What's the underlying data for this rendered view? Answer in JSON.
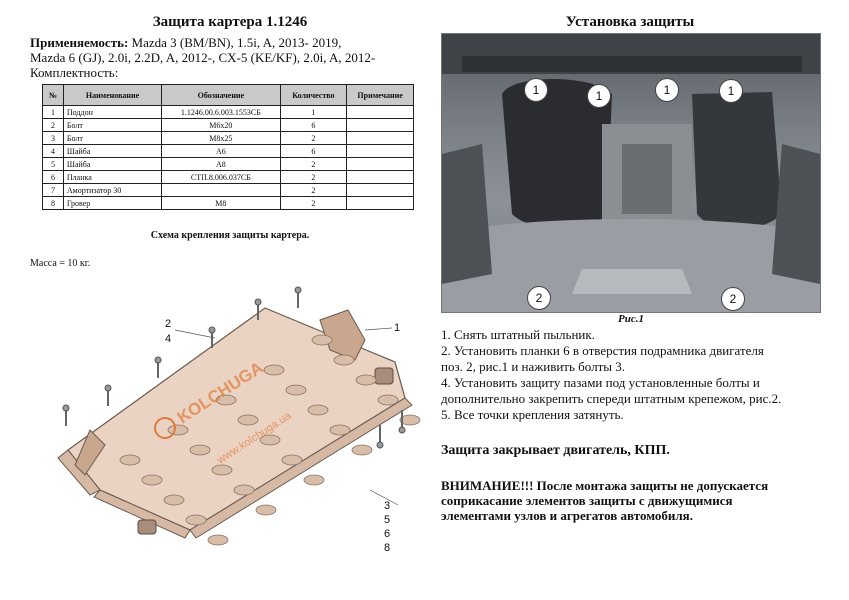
{
  "left": {
    "title": "Защита картера 1.1246",
    "applicability_label": "Применяемость:",
    "applicability_1": " Mazda 3 (BM/BN), 1.5i, A, 2013- 2019,",
    "applicability_2": "Mazda 6 (GJ), 2.0i, 2.2D, A, 2012-, CX-5 (KE/KF), 2.0i, A, 2012-",
    "kit_label": "Комплектность:",
    "table": {
      "headers": [
        "№",
        "Наименование",
        "Обозначение",
        "Количество",
        "Примечание"
      ],
      "rows": [
        [
          "1",
          "Поддон",
          "1.1246.00.6.003.1553СБ",
          "1",
          ""
        ],
        [
          "2",
          "Болт",
          "М6х20",
          "6",
          ""
        ],
        [
          "3",
          "Болт",
          "М8х25",
          "2",
          ""
        ],
        [
          "4",
          "Шайба",
          "А6",
          "6",
          ""
        ],
        [
          "5",
          "Шайба",
          "А8",
          "2",
          ""
        ],
        [
          "6",
          "Планка",
          "СТП.8.006.037СБ",
          "2",
          ""
        ],
        [
          "7",
          "Амортизатор 30",
          "",
          "2",
          ""
        ],
        [
          "8",
          "Гровер",
          "М8",
          "2",
          ""
        ]
      ]
    },
    "scheme_caption": "Схема крепления защиты  картера.",
    "mass": "Масса = 10 кг.",
    "diagram": {
      "brand": "KOLCHUGA",
      "site": "www.kolchuga.ua",
      "labels_left": [
        "2",
        "4"
      ],
      "label_right": "1",
      "labels_bottom": [
        "3",
        "5",
        "6",
        "8"
      ]
    }
  },
  "right": {
    "title": "Установка защиты",
    "photo_callouts_top": [
      "1",
      "1",
      "1",
      "1"
    ],
    "photo_callouts_bottom": [
      "2",
      "2"
    ],
    "figure_caption": "Рис.1",
    "steps": [
      "1. Снять штатный пыльник.",
      "2. Установить планки 6 в отверстия подрамника двигателя",
      "поз. 2, рис.1 и наживить болты 3.",
      "4. Установить защиту пазами под установленные болты и",
      "дополнительно закрепить спереди штатным крепежом, рис.2.",
      "5. Все точки крепления затянуть."
    ],
    "covers": "Защита закрывает двигатель, КПП.",
    "warning": [
      "ВНИМАНИЕ!!! После монтажа защиты не допускается",
      "соприкасание элементов защиты с движущимися",
      "элементами узлов и агрегатов автомобиля."
    ]
  },
  "colors": {
    "plate": "#ead3c2",
    "plate_stroke": "#6b5a4e",
    "brand": "#e07a3a"
  }
}
